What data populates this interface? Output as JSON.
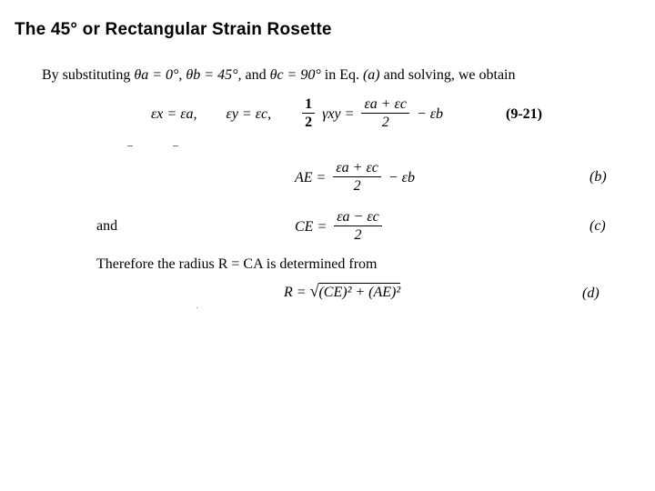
{
  "title": "The 45° or Rectangular Strain Rosette",
  "intro": {
    "lead": "By substituting",
    "theta_a": "θa = 0°,",
    "theta_b": "θb = 45°,",
    "and_word": "and",
    "theta_c": "θc = 90°",
    "in_eq": "in Eq.",
    "eq_ref": "(a)",
    "tail": "and solving, we obtain"
  },
  "eq921": {
    "ex": "εx = εa,",
    "ey": "εy = εc,",
    "half_num": "1",
    "half_den": "2",
    "gamma": "γxy =",
    "frac_num": "εa + εc",
    "frac_den": "2",
    "minus_eb": "− εb",
    "tag": "(9-21)"
  },
  "eqb": {
    "lhs": "AE =",
    "num": "εa + εc",
    "den": "2",
    "minus_eb": "− εb",
    "tag": "(b)"
  },
  "and_label": "and",
  "eqc": {
    "lhs": "CE =",
    "num": "εa − εc",
    "den": "2",
    "tag": "(c)"
  },
  "therefore": "Therefore the radius R = CA is determined from",
  "eqd": {
    "lhs": "R =",
    "radicand": "(CE)² + (AE)²",
    "tag": "(d)"
  }
}
